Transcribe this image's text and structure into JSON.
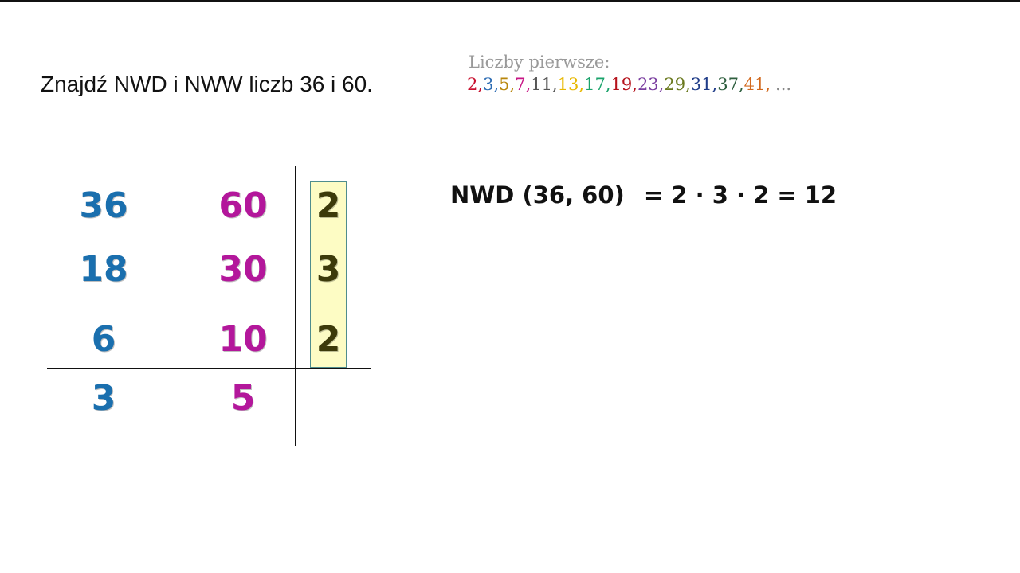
{
  "task": "Znajdź NWD i NWW liczb 36 i 60.",
  "primes": {
    "label": "Liczby pierwsze:",
    "items": [
      {
        "text": "2",
        "color": "#c8102e"
      },
      {
        "text": "3",
        "color": "#2e6db4"
      },
      {
        "text": "5",
        "color": "#b8860b"
      },
      {
        "text": "7",
        "color": "#c71585"
      },
      {
        "text": "11",
        "color": "#555555"
      },
      {
        "text": "13",
        "color": "#e8b800"
      },
      {
        "text": "17",
        "color": "#1aa36b"
      },
      {
        "text": "19",
        "color": "#b5121b"
      },
      {
        "text": "23",
        "color": "#7b3fa0"
      },
      {
        "text": "29",
        "color": "#6b7a1f"
      },
      {
        "text": "31",
        "color": "#1f3c88"
      },
      {
        "text": "37",
        "color": "#2f5f3f"
      },
      {
        "text": "41",
        "color": "#d2691e"
      }
    ],
    "ellipsis": "..."
  },
  "factorization": {
    "rows": [
      {
        "a": "36",
        "b": "60",
        "divisor": "2"
      },
      {
        "a": "18",
        "b": "30",
        "divisor": "3"
      },
      {
        "a": "6",
        "b": "10",
        "divisor": "2"
      }
    ],
    "result": {
      "a": "3",
      "b": "5"
    }
  },
  "nwd": {
    "label": "NWD",
    "args": "(36, 60)",
    "expression": "= 2 · 3 · 2 = 12"
  }
}
